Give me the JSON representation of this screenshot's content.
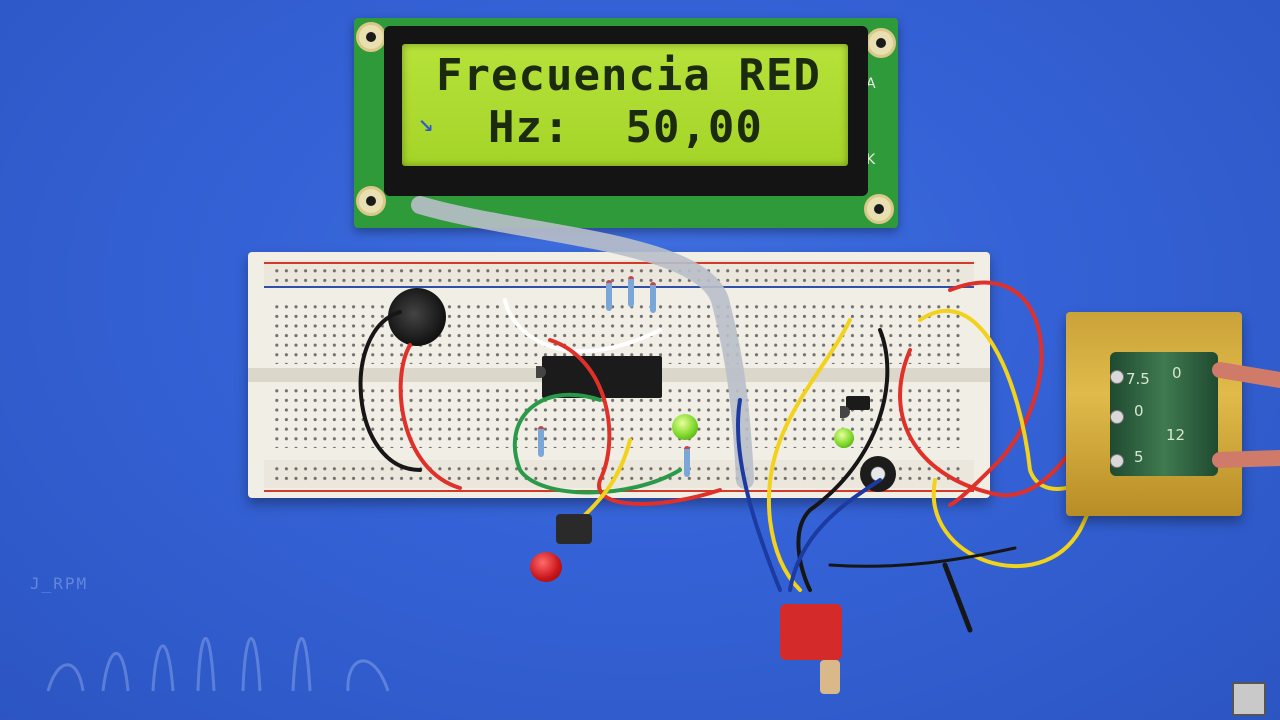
{
  "lcd": {
    "line1": "Frecuencia RED",
    "line2": "Hz:  50,00",
    "pin_label_a": "A",
    "pin_label_k": "K"
  },
  "transformer": {
    "labels": [
      "0",
      "7.5",
      "0",
      "12",
      "5"
    ]
  },
  "watermark": {
    "text": "J_RPM"
  },
  "colors": {
    "background": "#3462d6",
    "lcd_backlight": "#b6e23a",
    "pcb": "#2f9a3a",
    "wire_red": "#e0302a",
    "wire_yellow": "#f2d21a",
    "wire_green": "#2a9a4a",
    "wire_blue": "#1c3aa0",
    "wire_black": "#161616"
  }
}
